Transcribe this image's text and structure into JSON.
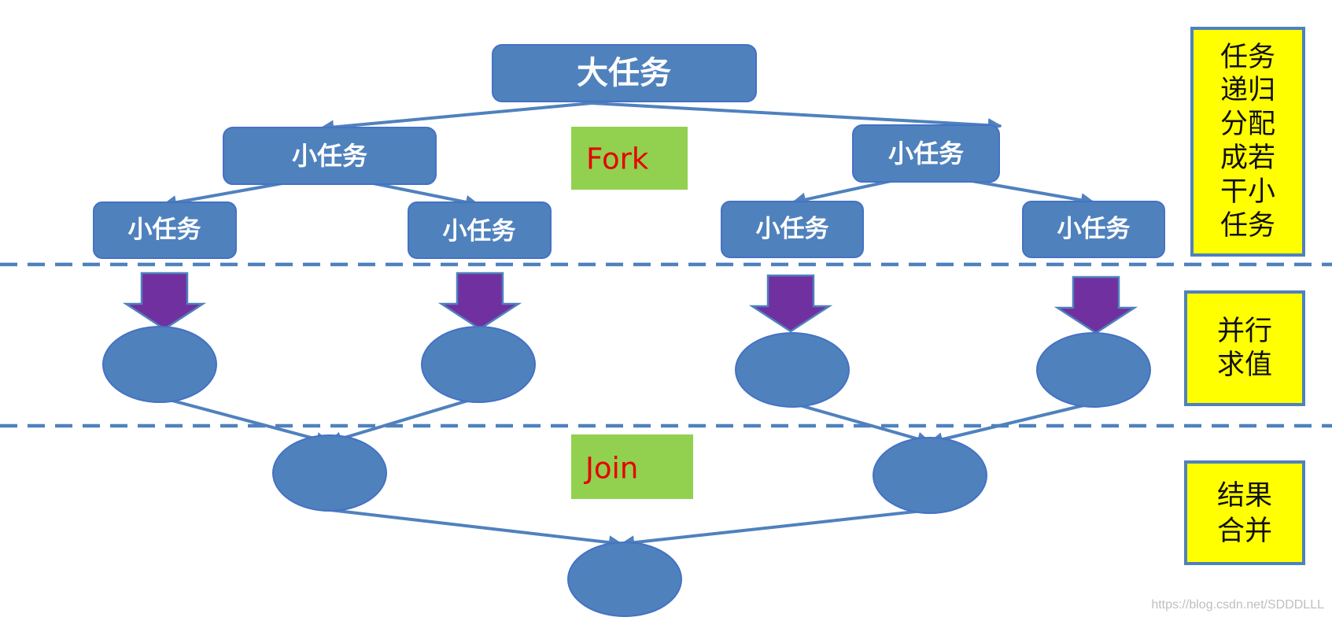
{
  "colors": {
    "node_fill": "#4f81bd",
    "node_stroke": "#4472c4",
    "connector": "#4f81bd",
    "down_arrow_fill": "#7030a0",
    "down_arrow_stroke": "#4f81bd",
    "label_bg": "#92d050",
    "label_text": "#e60000",
    "side_bg": "#ffff00",
    "side_border": "#4f81bd",
    "divider": "#4f81bd"
  },
  "fork_tree": {
    "root": "大任务",
    "level1": [
      "小任务",
      "小任务"
    ],
    "level2": [
      "小任务",
      "小任务",
      "小任务",
      "小任务"
    ]
  },
  "labels": {
    "fork": "Fork",
    "join": "Join"
  },
  "side_notes": {
    "split": [
      "任务",
      "递归",
      "分配",
      "成若",
      "干小",
      "任务"
    ],
    "compute": [
      "并行",
      "求值"
    ],
    "merge": [
      "结果",
      "合并"
    ]
  },
  "watermark": "https://blog.csdn.net/SDDDLLL"
}
